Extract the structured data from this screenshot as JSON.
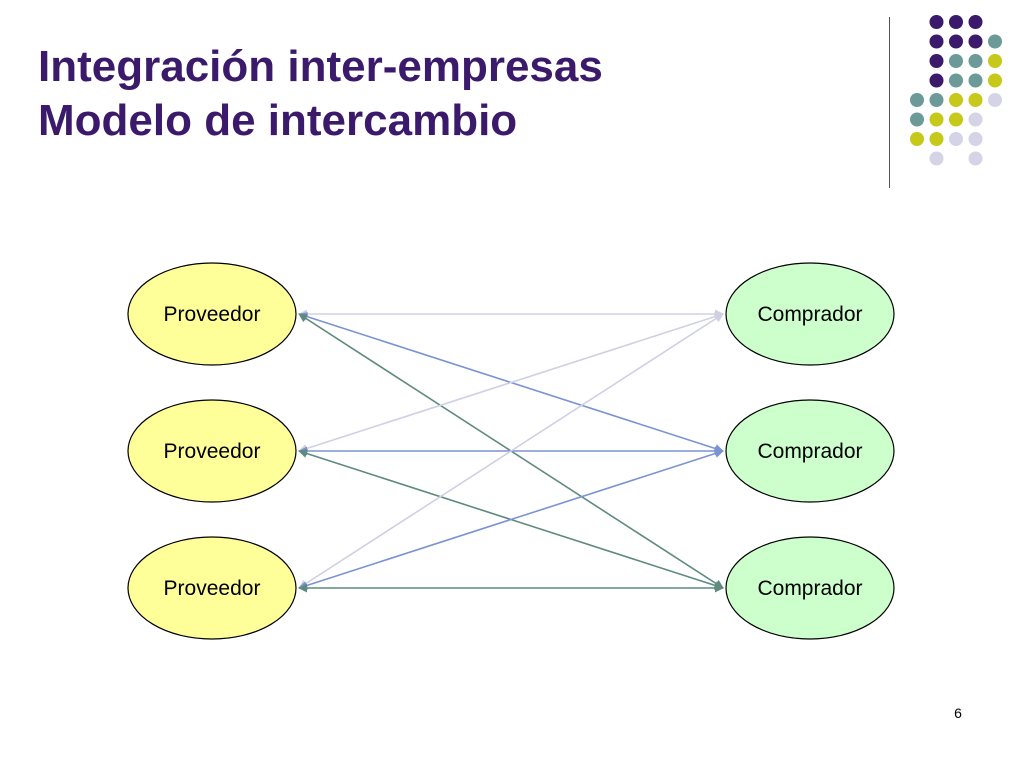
{
  "slide": {
    "title_line1": "Integración inter-empresas",
    "title_line2": "Modelo de intercambio",
    "page_number": "6"
  },
  "colors": {
    "title": "#3b1a6b",
    "provider_fill": "#ffff99",
    "buyer_fill": "#ccffcc",
    "edge_lavender": "#d0d0e4",
    "edge_blue": "#7b93d4",
    "edge_teal": "#5e8a80"
  },
  "diagram": {
    "providers": [
      {
        "label": "Proveedor"
      },
      {
        "label": "Proveedor"
      },
      {
        "label": "Proveedor"
      }
    ],
    "buyers": [
      {
        "label": "Comprador"
      },
      {
        "label": "Comprador"
      },
      {
        "label": "Comprador"
      }
    ],
    "edges": [
      {
        "from": 0,
        "to": 0,
        "color": "edge_lavender"
      },
      {
        "from": 0,
        "to": 1,
        "color": "edge_blue"
      },
      {
        "from": 0,
        "to": 2,
        "color": "edge_teal"
      },
      {
        "from": 1,
        "to": 0,
        "color": "edge_lavender"
      },
      {
        "from": 1,
        "to": 1,
        "color": "edge_blue"
      },
      {
        "from": 1,
        "to": 2,
        "color": "edge_teal"
      },
      {
        "from": 2,
        "to": 0,
        "color": "edge_lavender"
      },
      {
        "from": 2,
        "to": 1,
        "color": "edge_blue"
      },
      {
        "from": 2,
        "to": 2,
        "color": "edge_teal"
      }
    ]
  }
}
